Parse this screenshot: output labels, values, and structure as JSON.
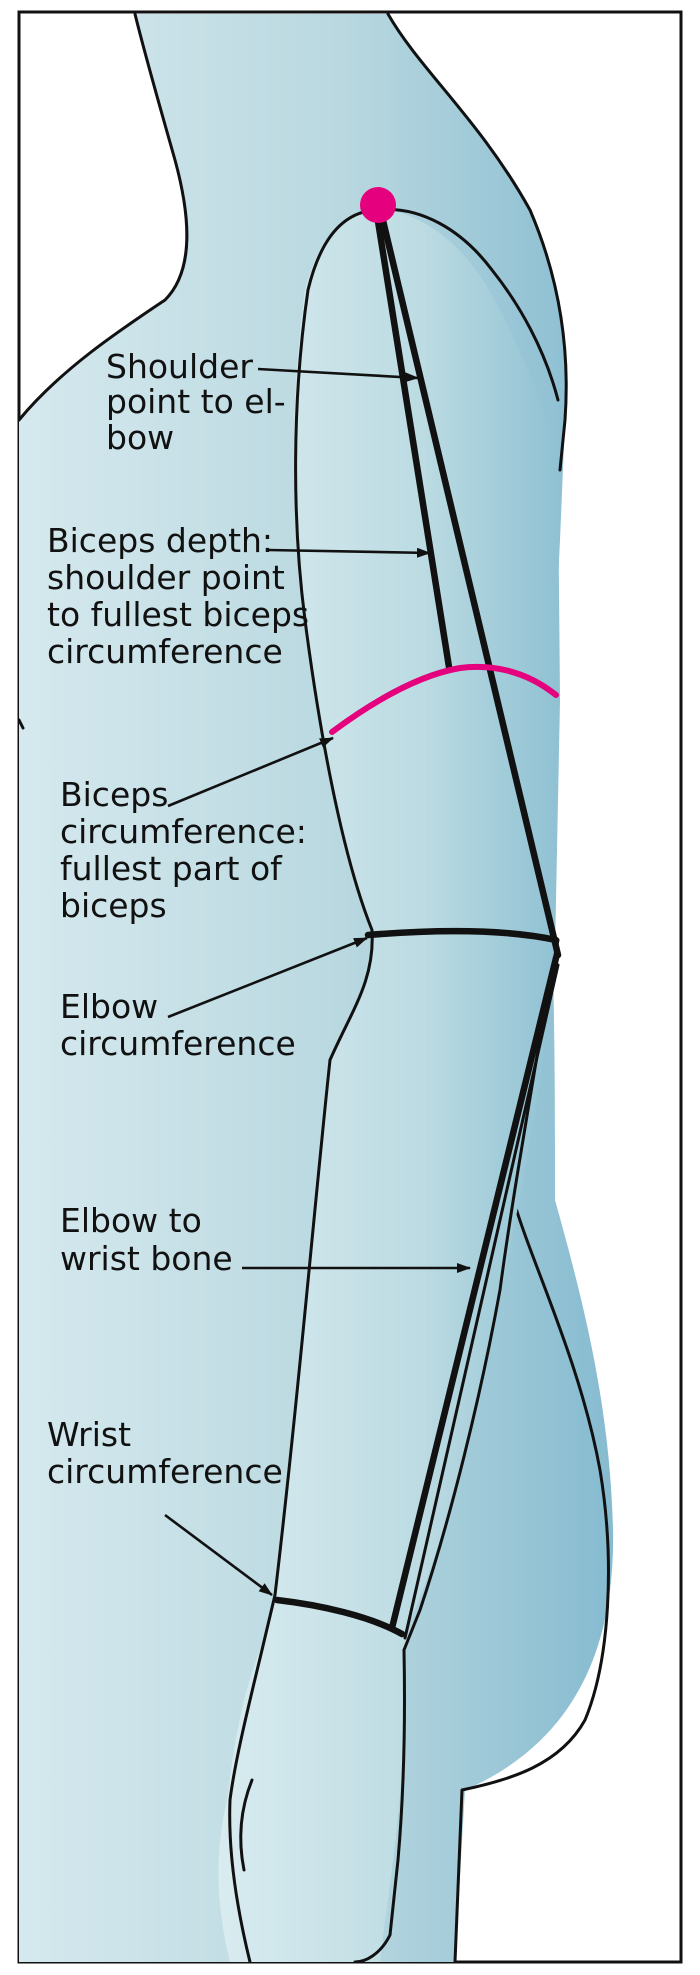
{
  "colors": {
    "body_fill_light": "#d5e9ee",
    "body_fill_mid": "#b5d5de",
    "body_fill_dark": "#7fb6cc",
    "accent_magenta": "#e5007e",
    "line": "#111111",
    "frame": "#111111"
  },
  "labels": {
    "shoulder_to_elbow": [
      "Shoulder",
      "point to el-",
      "bow"
    ],
    "biceps_depth": [
      "Biceps depth:",
      "shoulder point",
      "to fullest biceps",
      "circumference"
    ],
    "biceps_circumference": [
      "Biceps",
      "circumference:",
      "fullest part of",
      "biceps"
    ],
    "elbow_circumference": [
      "Elbow",
      "circumference"
    ],
    "elbow_to_wrist": [
      "Elbow to",
      "wrist bone"
    ],
    "wrist_circumference": [
      "Wrist",
      "circumference"
    ]
  },
  "icons": {
    "shoulder_point": "shoulder-point-marker-icon",
    "pointer": "arrow-pointer-icon"
  }
}
